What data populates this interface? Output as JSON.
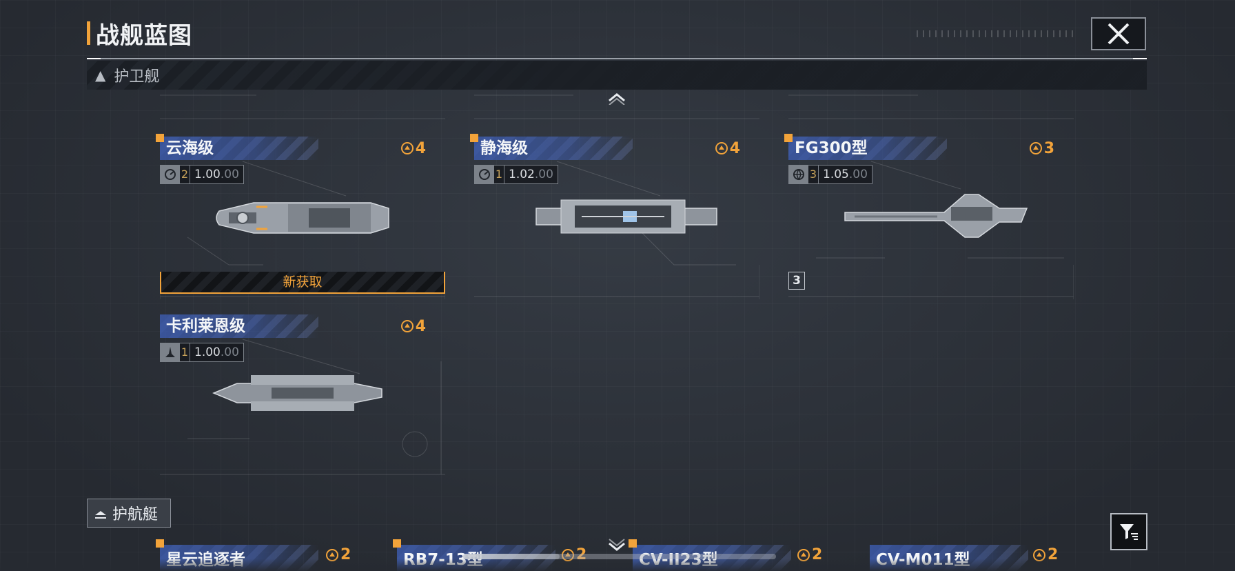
{
  "header": {
    "title": "战舰蓝图"
  },
  "category1": {
    "label": "护卫舰"
  },
  "category2": {
    "label": "护航艇"
  },
  "ships": [
    {
      "name": "云海级",
      "cost": "4",
      "level": "2",
      "ratio_main": "1.00",
      "ratio_sub": ".00",
      "icon": "radar-icon",
      "new_tag": "新获取"
    },
    {
      "name": "静海级",
      "cost": "4",
      "level": "1",
      "ratio_main": "1.02",
      "ratio_sub": ".00",
      "icon": "radar-icon"
    },
    {
      "name": "FG300型",
      "cost": "3",
      "level": "3",
      "ratio_main": "1.05",
      "ratio_sub": ".00",
      "icon": "globe-icon",
      "count": "3"
    },
    {
      "name": "卡利莱恩级",
      "cost": "4",
      "level": "1",
      "ratio_main": "1.00",
      "ratio_sub": ".00",
      "icon": "fighter-icon"
    }
  ],
  "escorts": [
    {
      "name": "星云追逐者",
      "cost": "2"
    },
    {
      "name": "RB7-13型",
      "cost": "2"
    },
    {
      "name": "CV-II23型",
      "cost": "2"
    },
    {
      "name": "CV-M011型",
      "cost": "2"
    }
  ],
  "colors": {
    "accent": "#f2a33a",
    "name_bar": "#3c5aaa",
    "background": "#2b3038"
  }
}
